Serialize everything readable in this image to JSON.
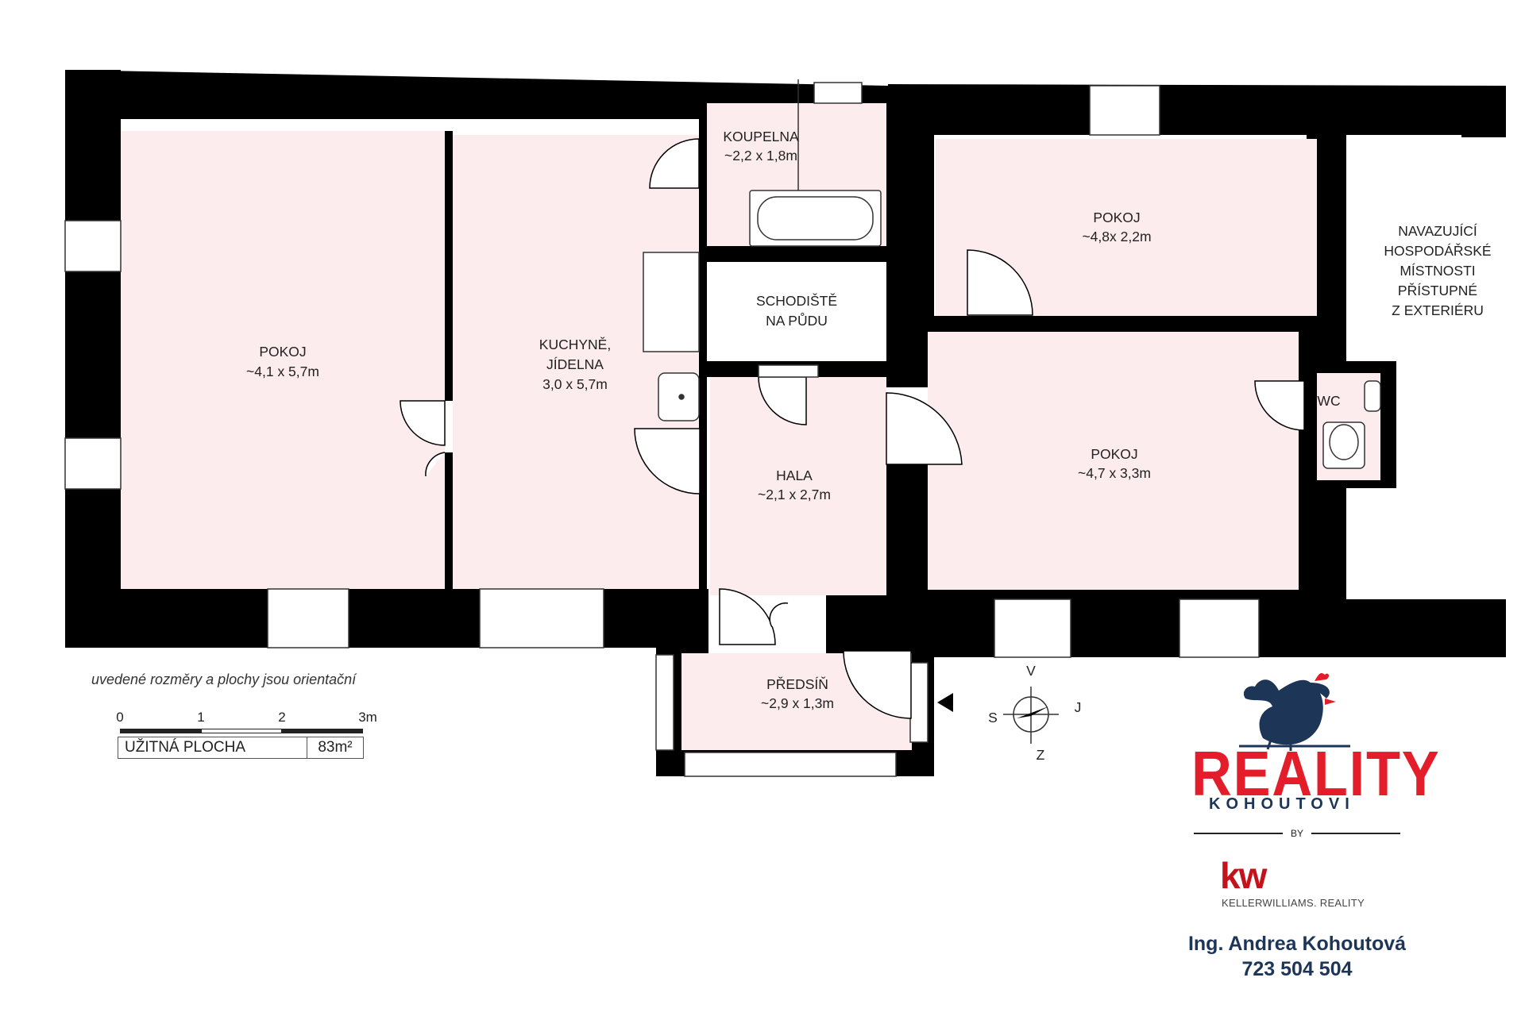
{
  "rooms": {
    "pokoj_left": {
      "name": "POKOJ",
      "size": "~4,1 x 5,7m"
    },
    "kuchyne": {
      "name1": "KUCHYNĚ,",
      "name2": "JÍDELNA",
      "size": "3,0 x 5,7m"
    },
    "koupelna": {
      "name": "KOUPELNA",
      "size": "~2,2 x 1,8m"
    },
    "schodiste": {
      "line1": "SCHODIŠTĚ",
      "line2": "NA PŮDU"
    },
    "pokoj_top_right": {
      "name": "POKOJ",
      "size": "~4,8x 2,2m"
    },
    "pokoj_right": {
      "name": "POKOJ",
      "size": "~4,7 x 3,3m"
    },
    "hala": {
      "name": "HALA",
      "size": "~2,1 x 2,7m"
    },
    "predsin": {
      "name": "PŘEDSÍŇ",
      "size": "~2,9 x 1,3m"
    },
    "wc": {
      "name": "WC"
    },
    "navazujici": {
      "lines": [
        "NAVAZUJÍCÍ",
        "HOSPODÁŘSKÉ",
        "MÍSTNOSTI",
        "PŘÍSTUPNÉ",
        "Z EXTERIÉRU"
      ]
    }
  },
  "compass": {
    "north": "V",
    "south": "Z",
    "west": "S",
    "east": "J"
  },
  "note": "uvedené rozměry a plochy jsou orientační",
  "scale": {
    "ticks": [
      "0",
      "1",
      "2",
      "3m"
    ],
    "area_label": "UŽITNÁ PLOCHA",
    "area_value": "83m²"
  },
  "branding": {
    "reality": "REALITY",
    "kohoutovi": "KOHOUTOVI",
    "by": "BY",
    "kw": "kw",
    "kw_sub": "KELLERWILLIAMS. REALITY",
    "agent_name": "Ing. Andrea Kohoutová",
    "agent_phone": "723 504 504"
  },
  "colors": {
    "room_fill": "#fcecee",
    "wall": "#000000",
    "brand_red": "#e31e2a",
    "brand_navy": "#1d3557"
  }
}
